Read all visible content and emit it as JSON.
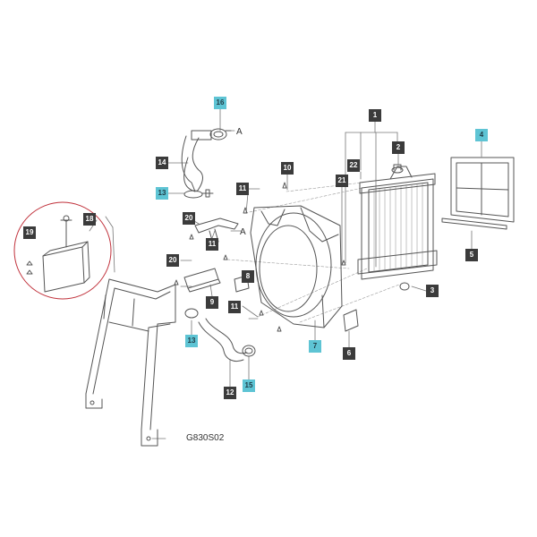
{
  "colors": {
    "line": "#555555",
    "callout_bg": "#3b3b3b",
    "callout_highlight_bg": "#5ec4d4",
    "detail_circle": "#c0303a"
  },
  "figure_code": "G830S02",
  "reference_mark": "A",
  "callouts": [
    {
      "id": "c1",
      "label": "1",
      "highlight": false
    },
    {
      "id": "c2",
      "label": "2",
      "highlight": false
    },
    {
      "id": "c3",
      "label": "3",
      "highlight": false
    },
    {
      "id": "c4",
      "label": "4",
      "highlight": true
    },
    {
      "id": "c5",
      "label": "5",
      "highlight": false
    },
    {
      "id": "c6",
      "label": "6",
      "highlight": false
    },
    {
      "id": "c7",
      "label": "7",
      "highlight": true
    },
    {
      "id": "c8",
      "label": "8",
      "highlight": false
    },
    {
      "id": "c9",
      "label": "9",
      "highlight": false
    },
    {
      "id": "c10",
      "label": "10",
      "highlight": false
    },
    {
      "id": "c11a",
      "label": "11",
      "highlight": false
    },
    {
      "id": "c11b",
      "label": "11",
      "highlight": false
    },
    {
      "id": "c11c",
      "label": "11",
      "highlight": false
    },
    {
      "id": "c12",
      "label": "12",
      "highlight": false
    },
    {
      "id": "c13a",
      "label": "13",
      "highlight": true
    },
    {
      "id": "c13b",
      "label": "13",
      "highlight": true
    },
    {
      "id": "c14",
      "label": "14",
      "highlight": false
    },
    {
      "id": "c15",
      "label": "15",
      "highlight": true
    },
    {
      "id": "c16",
      "label": "16",
      "highlight": true
    },
    {
      "id": "c18",
      "label": "18",
      "highlight": false
    },
    {
      "id": "c19",
      "label": "19",
      "highlight": false
    },
    {
      "id": "c20a",
      "label": "20",
      "highlight": false
    },
    {
      "id": "c20b",
      "label": "20",
      "highlight": false
    },
    {
      "id": "c21",
      "label": "21",
      "highlight": false
    },
    {
      "id": "c22",
      "label": "22",
      "highlight": false
    }
  ]
}
